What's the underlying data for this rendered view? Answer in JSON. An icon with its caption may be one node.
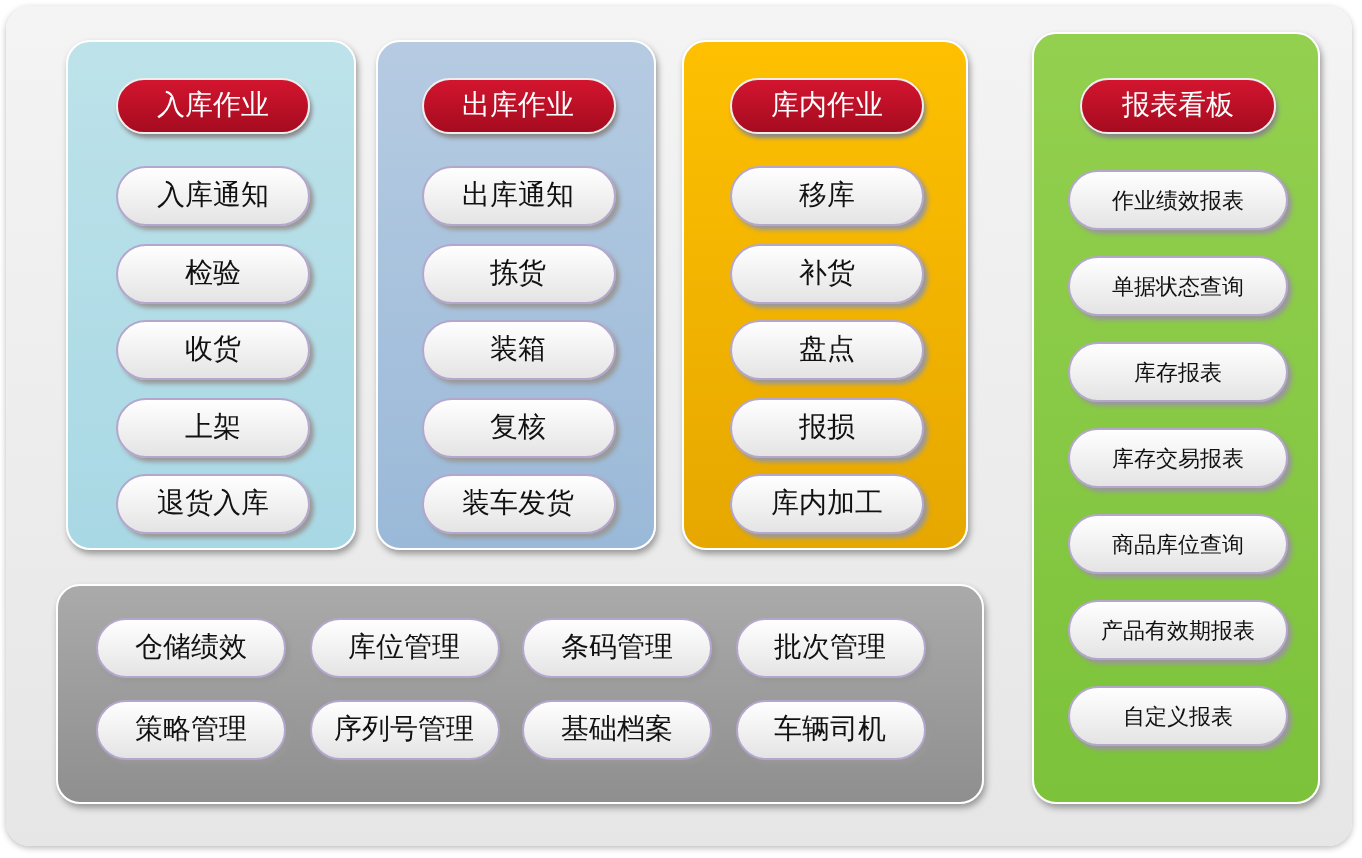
{
  "diagram": {
    "nodes": [
      {
        "text": [
          "入库作业"
        ]
      },
      {
        "text": [
          "入库通知"
        ],
        "in": 0
      },
      {
        "text": [
          "检验"
        ],
        "in": 0
      },
      {
        "text": [
          "收货"
        ],
        "in": 0
      },
      {
        "text": [
          "上架"
        ],
        "in": 0
      },
      {
        "text": [
          "退货入库"
        ],
        "in": 0
      },
      {
        "text": [
          "出库作业"
        ]
      },
      {
        "text": [
          "出库通知"
        ],
        "in": 6
      },
      {
        "text": [
          "拣货"
        ],
        "in": 6
      },
      {
        "text": [
          "装箱"
        ],
        "in": 6
      },
      {
        "text": [
          "复核"
        ],
        "in": 6
      },
      {
        "text": [
          "装车发货"
        ],
        "in": 6
      },
      {
        "text": [
          "库内作业"
        ]
      },
      {
        "text": [
          "移库"
        ],
        "in": 12
      },
      {
        "text": [
          "补货"
        ],
        "in": 12
      },
      {
        "text": [
          "盘点"
        ],
        "in": 12
      },
      {
        "text": [
          "报损"
        ],
        "in": 12
      },
      {
        "text": [
          "库内加工"
        ],
        "in": 12
      },
      {
        "text": [
          "报表看板"
        ]
      },
      {
        "text": [
          "作业绩效报表"
        ],
        "in": 18
      },
      {
        "text": [
          "单据状态查询"
        ],
        "in": 18
      },
      {
        "text": [
          "库存报表"
        ],
        "in": 18
      },
      {
        "text": [
          "库存交易报表"
        ],
        "in": 18
      },
      {
        "text": [
          "商品库位查询"
        ],
        "in": 18
      },
      {
        "text": [
          "产品有效期报表"
        ],
        "in": 18
      },
      {
        "text": [
          "自定义报表"
        ],
        "in": 18
      },
      {
        "text": [],
        "shape": "box"
      },
      {
        "text": [
          "仓储绩效"
        ],
        "in": 26
      },
      {
        "text": [
          "库位管理"
        ],
        "in": 26
      },
      {
        "text": [
          "条码管理"
        ],
        "in": 26
      },
      {
        "text": [
          "批次管理"
        ],
        "in": 26
      },
      {
        "text": [
          "策略管理"
        ],
        "in": 26
      },
      {
        "text": [
          "序列号管理"
        ],
        "in": 26
      },
      {
        "text": [
          "基础档案"
        ],
        "in": 26
      },
      {
        "text": [
          "车辆司机"
        ],
        "in": 26
      }
    ]
  }
}
